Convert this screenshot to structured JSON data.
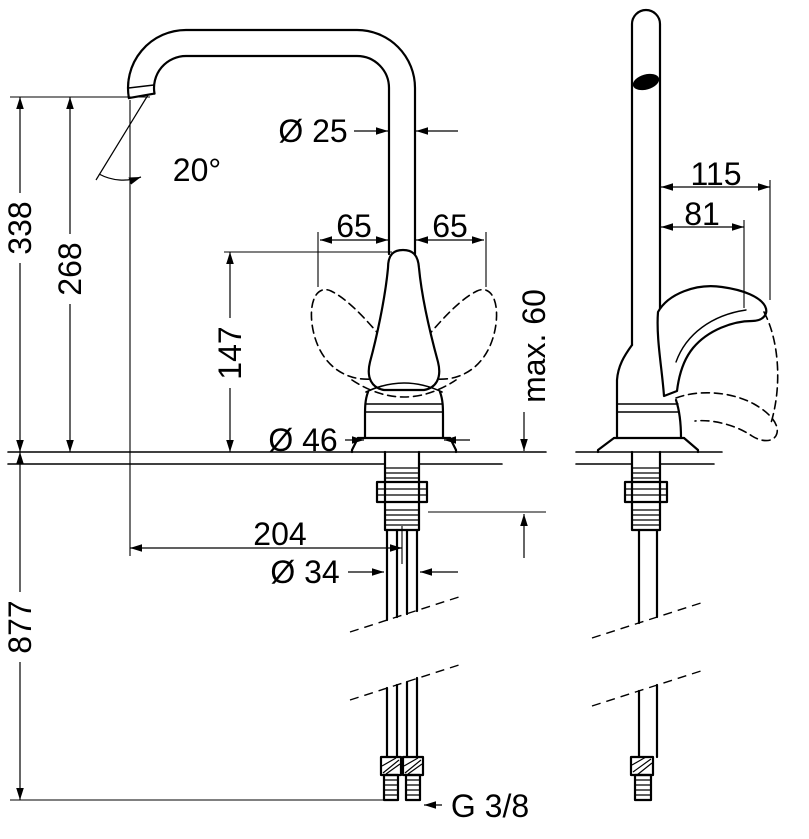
{
  "labels": {
    "total_height": "338",
    "outlet_height": "268",
    "handle_height": "147",
    "under_counter_length": "877",
    "spout_angle": "20°",
    "spout_tube_diameter": "Ø 25",
    "swivel_left": "65",
    "swivel_right": "65",
    "body_diameter": "Ø 46",
    "spout_reach": "204",
    "tap_hole_diameter": "Ø 34",
    "max_deck_thickness": "max. 60",
    "connection_thread": "G 3/8",
    "depth_total": "115",
    "depth_lever": "81"
  }
}
